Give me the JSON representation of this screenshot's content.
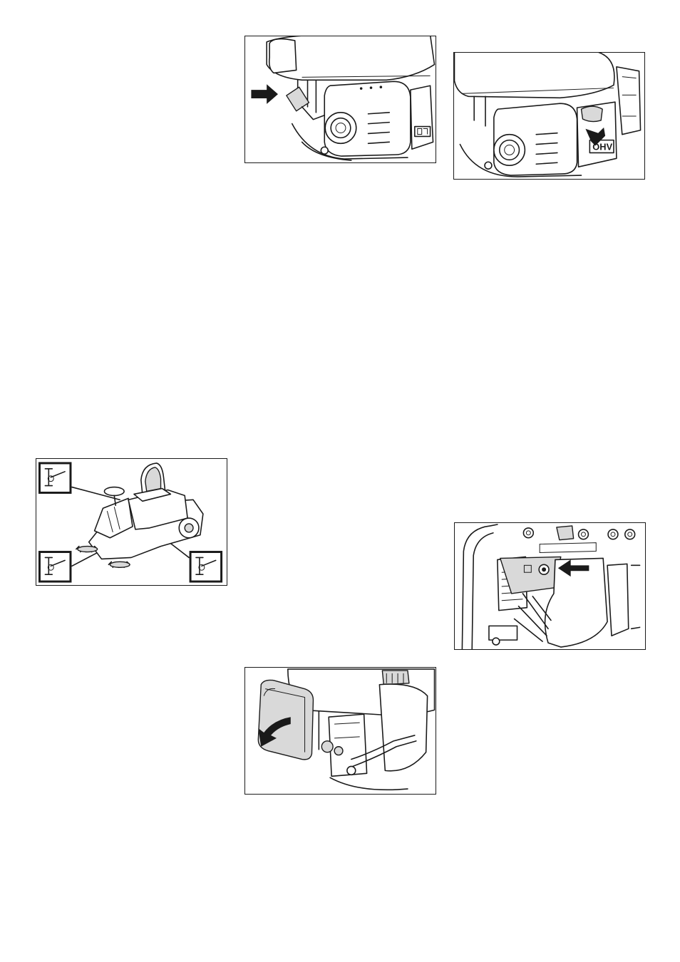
{
  "figures": [
    {
      "id": "engine-oil-dipstick",
      "arrow_direction": "right"
    },
    {
      "id": "engine-spark-plug",
      "arrow_direction": "up-left",
      "engine_label": "OHV"
    },
    {
      "id": "sweeper-lubrication-points",
      "symbol": "grease-gun-icon",
      "callouts": 3
    },
    {
      "id": "fan-cover-screw",
      "arrow_direction": "left"
    },
    {
      "id": "air-filter-cover",
      "arrow_direction": "down-curved"
    }
  ],
  "colors": {
    "line": "#1a1a1a",
    "paper": "#ffffff",
    "shade": "#d9d9d9"
  }
}
